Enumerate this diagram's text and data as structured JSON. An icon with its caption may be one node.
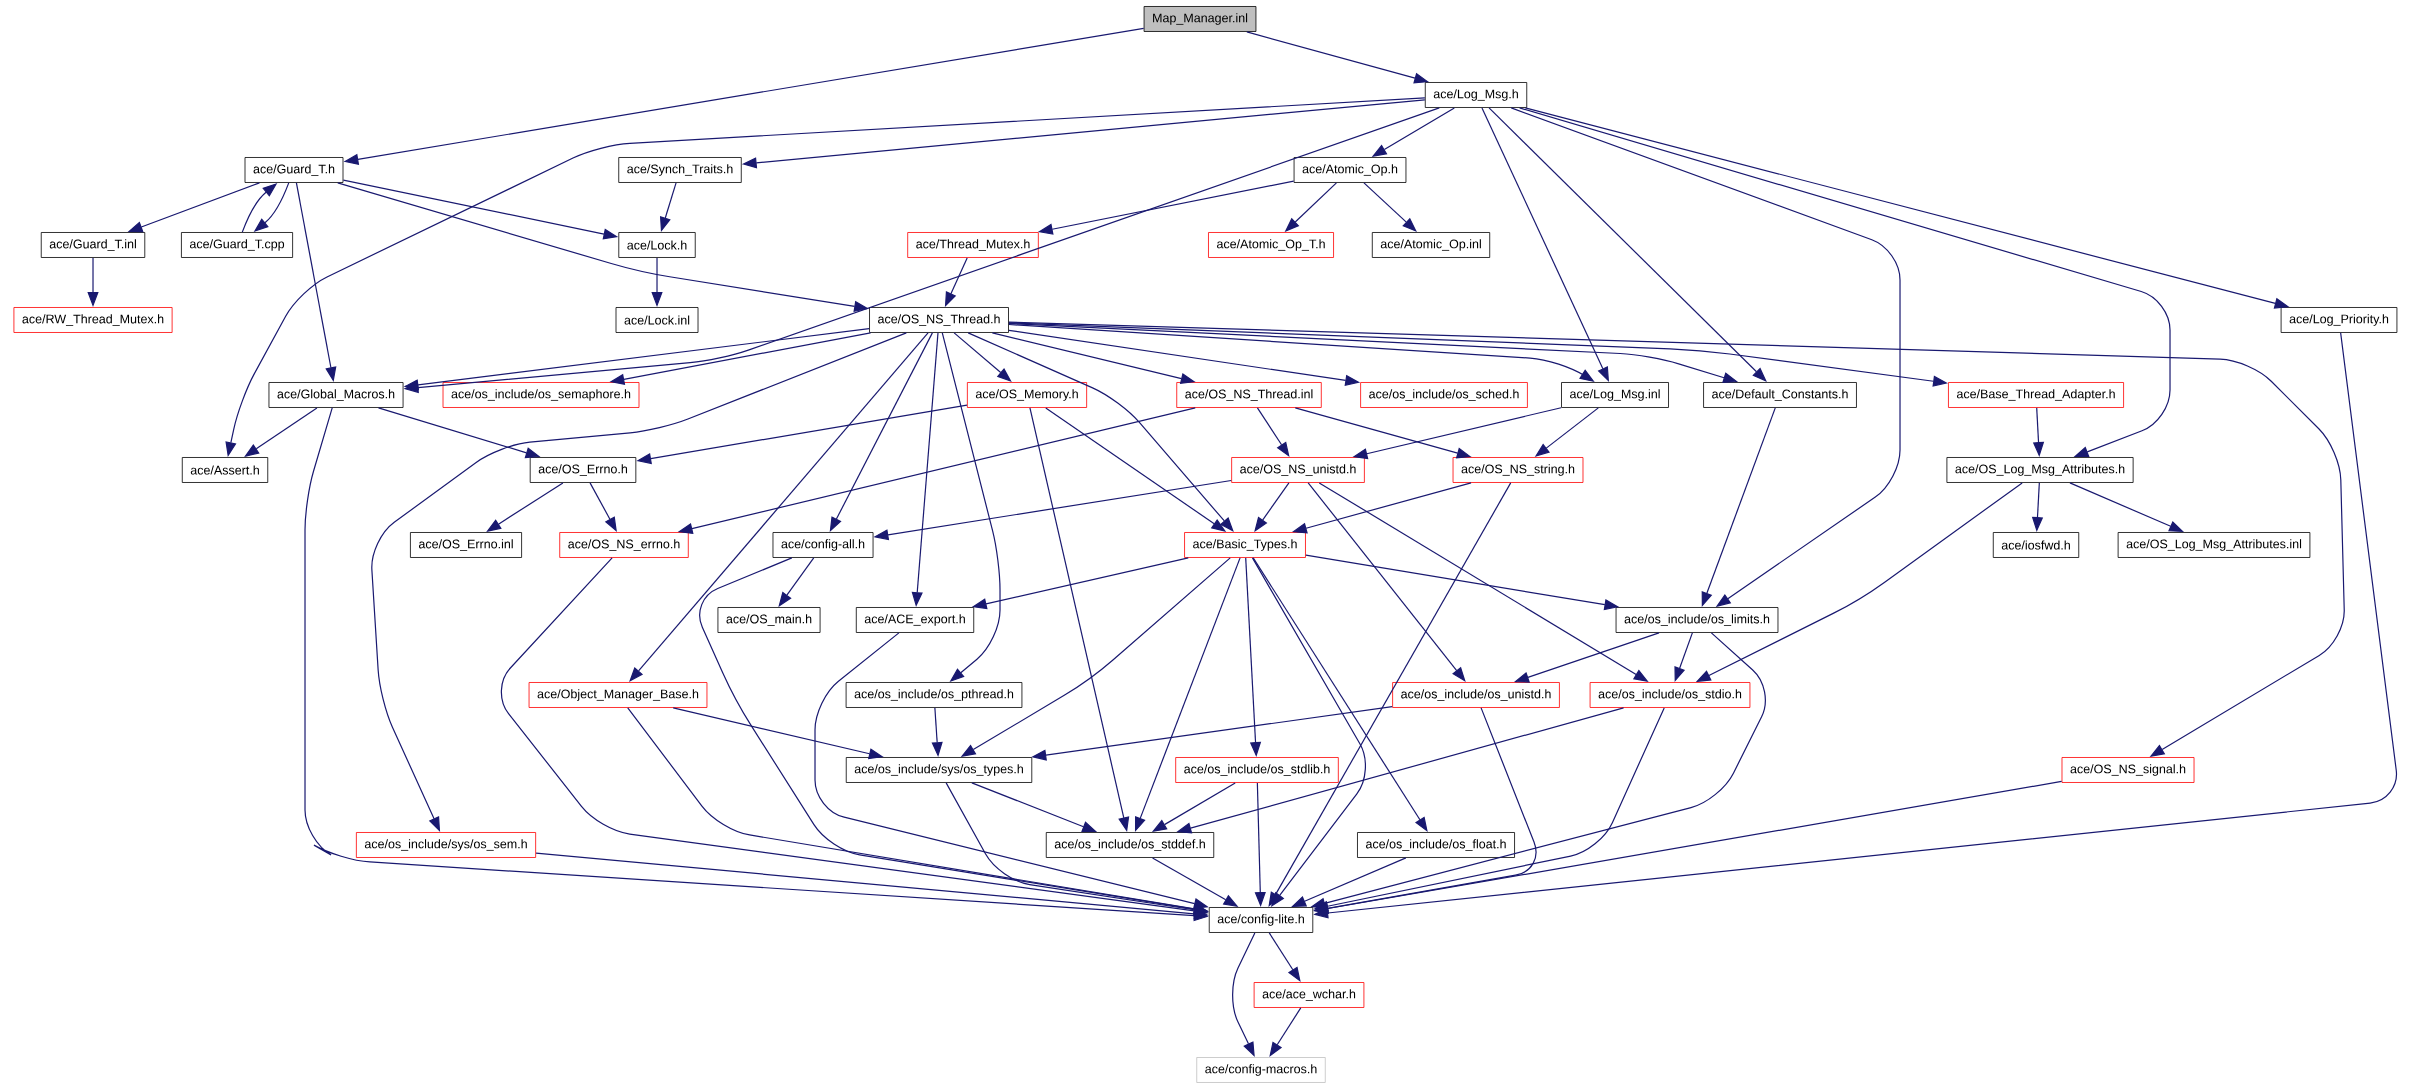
{
  "diagram": {
    "nodes": [
      {
        "text": [
          "Map_Manager.inl"
        ]
      },
      {
        "text": [
          "ace/Log_Msg.h"
        ]
      },
      {
        "text": [
          "ace/Guard_T.h"
        ]
      },
      {
        "text": [
          "ace/Synch_Traits.h"
        ]
      },
      {
        "text": [
          "ace/Atomic_Op.h"
        ]
      },
      {
        "text": [
          "ace/Guard_T.inl"
        ]
      },
      {
        "text": [
          "ace/Guard_T.cpp"
        ]
      },
      {
        "text": [
          "ace/RW_Thread_Mutex.h"
        ]
      },
      {
        "text": [
          "ace/Lock.h"
        ]
      },
      {
        "text": [
          "ace/Lock.inl"
        ]
      },
      {
        "text": [
          "ace/Thread_Mutex.h"
        ]
      },
      {
        "text": [
          "ace/Atomic_Op_T.h"
        ]
      },
      {
        "text": [
          "ace/Atomic_Op.inl"
        ]
      },
      {
        "text": [
          "ace/Log_Priority.h"
        ]
      },
      {
        "text": [
          "ace/OS_NS_Thread.h"
        ]
      },
      {
        "text": [
          "ace/Global_Macros.h"
        ]
      },
      {
        "text": [
          "ace/os_include/os_semaphore.h"
        ]
      },
      {
        "text": [
          "ace/OS_Memory.h"
        ]
      },
      {
        "text": [
          "ace/OS_NS_Thread.inl"
        ]
      },
      {
        "text": [
          "ace/os_include/os_sched.h"
        ]
      },
      {
        "text": [
          "ace/Log_Msg.inl"
        ]
      },
      {
        "text": [
          "ace/Default_Constants.h"
        ]
      },
      {
        "text": [
          "ace/Base_Thread_Adapter.h"
        ]
      },
      {
        "text": [
          "ace/Assert.h"
        ]
      },
      {
        "text": [
          "ace/OS_Errno.h"
        ]
      },
      {
        "text": [
          "ace/OS_NS_unistd.h"
        ]
      },
      {
        "text": [
          "ace/OS_NS_string.h"
        ]
      },
      {
        "text": [
          "ace/OS_Log_Msg_Attributes.h"
        ]
      },
      {
        "text": [
          "ace/OS_Errno.inl"
        ]
      },
      {
        "text": [
          "ace/OS_NS_errno.h"
        ]
      },
      {
        "text": [
          "ace/config-all.h"
        ]
      },
      {
        "text": [
          "ace/Basic_Types.h"
        ]
      },
      {
        "text": [
          "ace/iosfwd.h"
        ]
      },
      {
        "text": [
          "ace/OS_Log_Msg_Attributes.inl"
        ]
      },
      {
        "text": [
          "ace/OS_main.h"
        ]
      },
      {
        "text": [
          "ace/ACE_export.h"
        ]
      },
      {
        "text": [
          "ace/os_include/os_limits.h"
        ]
      },
      {
        "text": [
          "ace/Object_Manager_Base.h"
        ]
      },
      {
        "text": [
          "ace/os_include/os_pthread.h"
        ]
      },
      {
        "text": [
          "ace/os_include/os_unistd.h"
        ]
      },
      {
        "text": [
          "ace/os_include/os_stdio.h"
        ]
      },
      {
        "text": [
          "ace/os_include/sys/os_types.h"
        ]
      },
      {
        "text": [
          "ace/os_include/os_stdlib.h"
        ]
      },
      {
        "text": [
          "ace/OS_NS_signal.h"
        ]
      },
      {
        "text": [
          "ace/os_include/sys/os_sem.h"
        ]
      },
      {
        "text": [
          "ace/os_include/os_stddef.h"
        ]
      },
      {
        "text": [
          "ace/os_include/os_float.h"
        ]
      },
      {
        "text": [
          "ace/config-lite.h"
        ]
      },
      {
        "text": [
          "ace/ace_wchar.h"
        ]
      },
      {
        "text": [
          "ace/config-macros.h"
        ]
      }
    ],
    "edges": [
      {
        "from": 0,
        "to": 2,
        "arrow": "to"
      },
      {
        "from": 0,
        "to": 1,
        "arrow": "to"
      },
      {
        "from": 1,
        "to": 3,
        "arrow": "to"
      },
      {
        "from": 1,
        "to": 4,
        "arrow": "to"
      },
      {
        "from": 1,
        "to": 15,
        "arrow": "to"
      },
      {
        "from": 1,
        "to": 23,
        "arrow": "to"
      },
      {
        "from": 1,
        "to": 20,
        "arrow": "to"
      },
      {
        "from": 1,
        "to": 21,
        "arrow": "to"
      },
      {
        "from": 1,
        "to": 36,
        "arrow": "to"
      },
      {
        "from": 1,
        "to": 27,
        "arrow": "to"
      },
      {
        "from": 1,
        "to": 13,
        "arrow": "to"
      },
      {
        "from": 2,
        "to": 5,
        "arrow": "to"
      },
      {
        "from": 2,
        "to": 6,
        "arrow": "to"
      },
      {
        "from": 6,
        "to": 2,
        "arrow": "to"
      },
      {
        "from": 2,
        "to": 8,
        "arrow": "to"
      },
      {
        "from": 2,
        "to": 14,
        "arrow": "to"
      },
      {
        "from": 2,
        "to": 15,
        "arrow": "to"
      },
      {
        "from": 3,
        "to": 8,
        "arrow": "to"
      },
      {
        "from": 8,
        "to": 9,
        "arrow": "to"
      },
      {
        "from": 5,
        "to": 7,
        "arrow": "to"
      },
      {
        "from": 4,
        "to": 10,
        "arrow": "to"
      },
      {
        "from": 4,
        "to": 11,
        "arrow": "to"
      },
      {
        "from": 4,
        "to": 12,
        "arrow": "to"
      },
      {
        "from": 10,
        "to": 14,
        "arrow": "to"
      },
      {
        "from": 14,
        "to": 15,
        "arrow": "to"
      },
      {
        "from": 14,
        "to": 16,
        "arrow": "to"
      },
      {
        "from": 14,
        "to": 17,
        "arrow": "to"
      },
      {
        "from": 14,
        "to": 18,
        "arrow": "to"
      },
      {
        "from": 14,
        "to": 19,
        "arrow": "to"
      },
      {
        "from": 14,
        "to": 20,
        "arrow": "to"
      },
      {
        "from": 14,
        "to": 21,
        "arrow": "to"
      },
      {
        "from": 14,
        "to": 22,
        "arrow": "to"
      },
      {
        "from": 14,
        "to": 30,
        "arrow": "to"
      },
      {
        "from": 14,
        "to": 31,
        "arrow": "to"
      },
      {
        "from": 14,
        "to": 35,
        "arrow": "to"
      },
      {
        "from": 14,
        "to": 37,
        "arrow": "to"
      },
      {
        "from": 14,
        "to": 38,
        "arrow": "to"
      },
      {
        "from": 14,
        "to": 43,
        "arrow": "to"
      },
      {
        "from": 14,
        "to": 44,
        "arrow": "to"
      },
      {
        "from": 17,
        "to": 24,
        "arrow": "to"
      },
      {
        "from": 17,
        "to": 31,
        "arrow": "to"
      },
      {
        "from": 17,
        "to": 45,
        "arrow": "to"
      },
      {
        "from": 18,
        "to": 25,
        "arrow": "to"
      },
      {
        "from": 18,
        "to": 26,
        "arrow": "to"
      },
      {
        "from": 18,
        "to": 29,
        "arrow": "to"
      },
      {
        "from": 20,
        "to": 25,
        "arrow": "to"
      },
      {
        "from": 20,
        "to": 26,
        "arrow": "to"
      },
      {
        "from": 21,
        "to": 36,
        "arrow": "to"
      },
      {
        "from": 22,
        "to": 27,
        "arrow": "to"
      },
      {
        "from": 27,
        "to": 32,
        "arrow": "to"
      },
      {
        "from": 27,
        "to": 33,
        "arrow": "to"
      },
      {
        "from": 27,
        "to": 40,
        "arrow": "to"
      },
      {
        "from": 15,
        "to": 23,
        "arrow": "to"
      },
      {
        "from": 15,
        "to": 24,
        "arrow": "to"
      },
      {
        "from": 15,
        "to": 47,
        "arrow": "to"
      },
      {
        "from": 24,
        "to": 28,
        "arrow": "to"
      },
      {
        "from": 24,
        "to": 29,
        "arrow": "to"
      },
      {
        "from": 29,
        "to": 47,
        "arrow": "to"
      },
      {
        "from": 25,
        "to": 30,
        "arrow": "to"
      },
      {
        "from": 25,
        "to": 31,
        "arrow": "to"
      },
      {
        "from": 25,
        "to": 39,
        "arrow": "to"
      },
      {
        "from": 25,
        "to": 40,
        "arrow": "to"
      },
      {
        "from": 26,
        "to": 31,
        "arrow": "to"
      },
      {
        "from": 26,
        "to": 47,
        "arrow": "to"
      },
      {
        "from": 30,
        "to": 34,
        "arrow": "to"
      },
      {
        "from": 30,
        "to": 47,
        "arrow": "to"
      },
      {
        "from": 31,
        "to": 35,
        "arrow": "to"
      },
      {
        "from": 31,
        "to": 41,
        "arrow": "to"
      },
      {
        "from": 31,
        "to": 45,
        "arrow": "to"
      },
      {
        "from": 31,
        "to": 42,
        "arrow": "to"
      },
      {
        "from": 31,
        "to": 47,
        "arrow": "to"
      },
      {
        "from": 31,
        "to": 46,
        "arrow": "to"
      },
      {
        "from": 31,
        "to": 36,
        "arrow": "to"
      },
      {
        "from": 35,
        "to": 47,
        "arrow": "to"
      },
      {
        "from": 36,
        "to": 39,
        "arrow": "to"
      },
      {
        "from": 36,
        "to": 40,
        "arrow": "to"
      },
      {
        "from": 36,
        "to": 47,
        "arrow": "to"
      },
      {
        "from": 37,
        "to": 41,
        "arrow": "to"
      },
      {
        "from": 37,
        "to": 47,
        "arrow": "to"
      },
      {
        "from": 38,
        "to": 41,
        "arrow": "to"
      },
      {
        "from": 39,
        "to": 41,
        "arrow": "to"
      },
      {
        "from": 39,
        "to": 47,
        "arrow": "to"
      },
      {
        "from": 40,
        "to": 45,
        "arrow": "to"
      },
      {
        "from": 40,
        "to": 47,
        "arrow": "to"
      },
      {
        "from": 41,
        "to": 45,
        "arrow": "to"
      },
      {
        "from": 41,
        "to": 47,
        "arrow": "to"
      },
      {
        "from": 42,
        "to": 45,
        "arrow": "to"
      },
      {
        "from": 42,
        "to": 47,
        "arrow": "to"
      },
      {
        "from": 43,
        "to": 47,
        "arrow": "to"
      },
      {
        "from": 44,
        "to": 47,
        "arrow": "to"
      },
      {
        "from": 45,
        "to": 47,
        "arrow": "to"
      },
      {
        "from": 46,
        "to": 47,
        "arrow": "to"
      },
      {
        "from": 13,
        "to": 47,
        "arrow": "to"
      },
      {
        "from": 47,
        "to": 48,
        "arrow": "to"
      },
      {
        "from": 47,
        "to": 49,
        "arrow": "to"
      },
      {
        "from": 48,
        "to": 49,
        "arrow": "to"
      }
    ]
  }
}
